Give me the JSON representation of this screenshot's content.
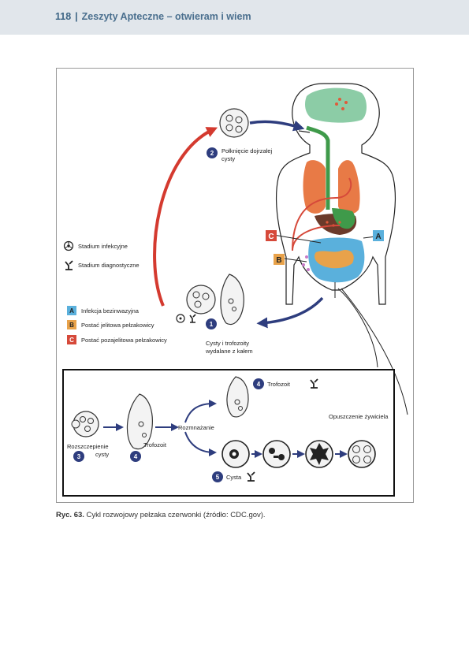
{
  "header": {
    "page_number": "118",
    "separator": "|",
    "title": "Zeszyty Apteczne – otwieram i wiem"
  },
  "legend": {
    "infective": "Stadium infekcyjne",
    "diagnostic": "Stadium diagnostyczne",
    "a_letter": "A",
    "a_text": "Infekcja bezinwazyjna",
    "b_letter": "B",
    "b_text": "Postać jelitowa pełzakowicy",
    "c_letter": "C",
    "c_text": "Postać pozajelitowa pełzakowicy"
  },
  "steps": {
    "s1_num": "1",
    "s1_line1": "Cysty i trofozoity",
    "s1_line2": "wydalane z kałem",
    "s2_num": "2",
    "s2_line1": "Połknięcie dojrzałej",
    "s2_line2": "cysty",
    "s3_num": "3",
    "s3_line1": "Rozszczepienie",
    "s3_line2": "cysty",
    "s4_num": "4",
    "trofozoit": "Trofozoit",
    "rozmnazanie": "Rozmnażanie",
    "s5_num": "5",
    "cysta": "Cysta",
    "opuszczenie": "Opuszczenie żywiciela"
  },
  "body_labels": {
    "a": "A",
    "b": "B",
    "c": "C"
  },
  "colors": {
    "blue": "#5ab0dc",
    "orange": "#e8a24a",
    "red": "#d6493a",
    "navy": "#2e3d7e",
    "arrow_red": "#d43a2f",
    "organ_red": "#e87a46",
    "organ_green": "#3f9a4a",
    "brain": "#8ccca6"
  },
  "caption": {
    "label": "Ryc. 63.",
    "text": " Cykl rozwojowy pełzaka czerwonki (źródło: CDC.gov)."
  }
}
